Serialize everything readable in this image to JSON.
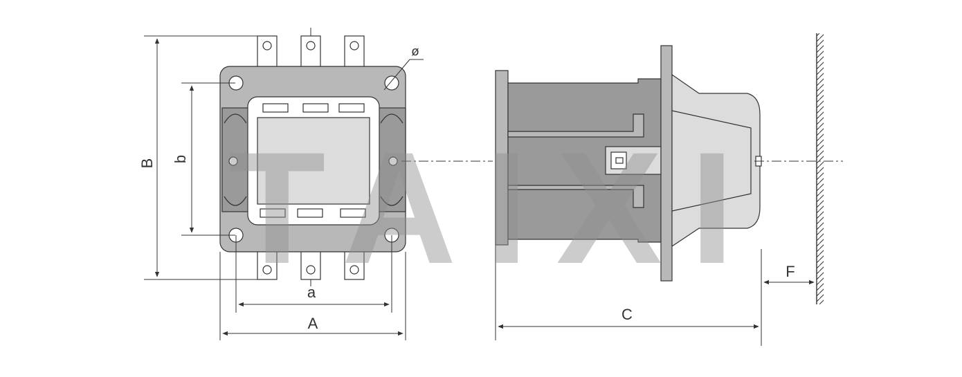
{
  "watermark": "TAIXI",
  "front_view": {
    "dimension_labels": {
      "A": "A",
      "B": "B",
      "a": "a",
      "b": "b",
      "diameter": "ø"
    }
  },
  "side_view": {
    "dimension_labels": {
      "C": "C",
      "F": "F"
    }
  },
  "colors": {
    "body_gray": "#b8b8b8",
    "dark_gray": "#9a9a9a",
    "light_gray": "#dcdcdc",
    "line": "#333333",
    "watermark": "#8f8f8f"
  }
}
